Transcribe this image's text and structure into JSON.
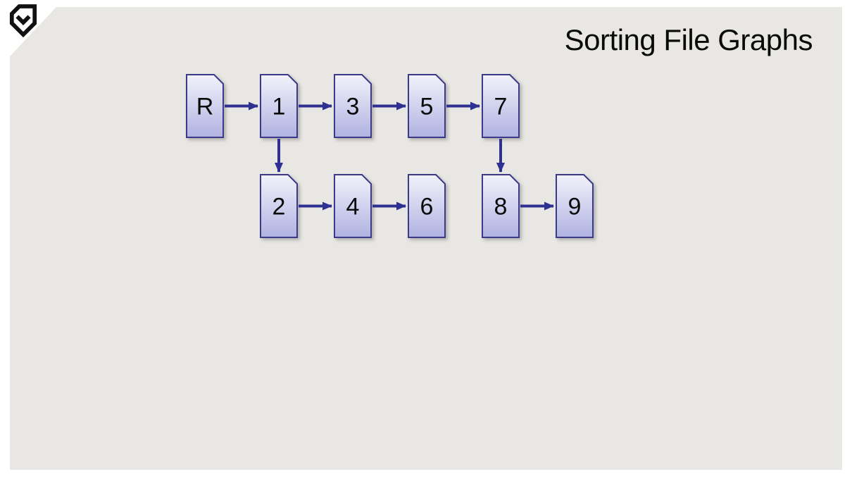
{
  "title": "Sorting File Graphs",
  "logo": {
    "icon": "double-chevron-badge"
  },
  "colors": {
    "slide_bg": "#e8e7e3",
    "page_bg": "#ffffff",
    "title_color": "#0a0a0a",
    "logo_color": "#111111",
    "node_fill_top": "#f2f2fb",
    "node_fill_bottom": "#b0b2e1",
    "node_border": "#3a3a88",
    "arrow": "#2e3192"
  },
  "diagram": {
    "node_shape": "file-with-folded-corner",
    "nodes": [
      {
        "id": "R",
        "label": "R",
        "row": 0,
        "col": 0
      },
      {
        "id": "1",
        "label": "1",
        "row": 0,
        "col": 1
      },
      {
        "id": "3",
        "label": "3",
        "row": 0,
        "col": 2
      },
      {
        "id": "5",
        "label": "5",
        "row": 0,
        "col": 3
      },
      {
        "id": "7",
        "label": "7",
        "row": 0,
        "col": 4
      },
      {
        "id": "2",
        "label": "2",
        "row": 1,
        "col": 1
      },
      {
        "id": "4",
        "label": "4",
        "row": 1,
        "col": 2
      },
      {
        "id": "6",
        "label": "6",
        "row": 1,
        "col": 3
      },
      {
        "id": "8",
        "label": "8",
        "row": 1,
        "col": 4
      },
      {
        "id": "9",
        "label": "9",
        "row": 1,
        "col": 5
      }
    ],
    "edges": [
      {
        "from": "R",
        "to": "1",
        "dir": "h"
      },
      {
        "from": "1",
        "to": "3",
        "dir": "h"
      },
      {
        "from": "3",
        "to": "5",
        "dir": "h"
      },
      {
        "from": "5",
        "to": "7",
        "dir": "h"
      },
      {
        "from": "1",
        "to": "2",
        "dir": "v"
      },
      {
        "from": "2",
        "to": "4",
        "dir": "h"
      },
      {
        "from": "4",
        "to": "6",
        "dir": "h"
      },
      {
        "from": "7",
        "to": "8",
        "dir": "v"
      },
      {
        "from": "8",
        "to": "9",
        "dir": "h"
      }
    ]
  }
}
